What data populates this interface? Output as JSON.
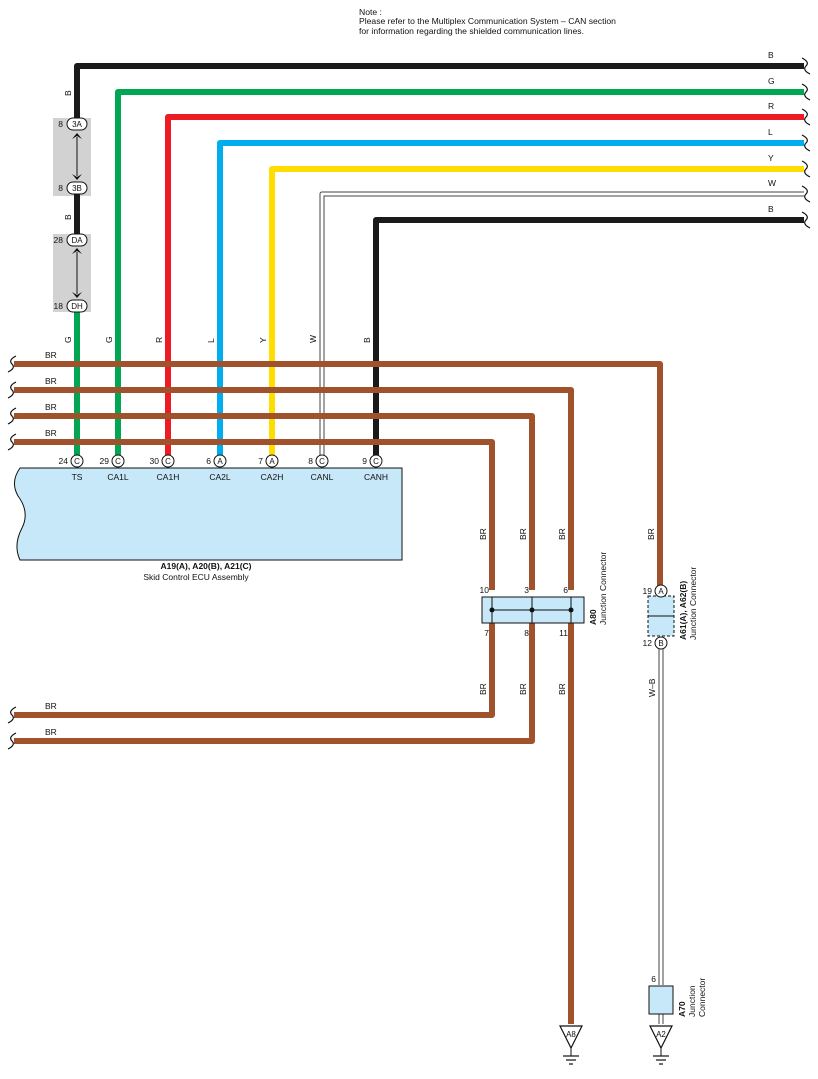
{
  "note": {
    "title": "Note :",
    "line1": "Please refer to the Multiplex Communication System – CAN section",
    "line2": "for information regarding the shielded communication lines."
  },
  "colors": {
    "B": "#1a1a1a",
    "G": "#00a651",
    "R": "#ed1c24",
    "L": "#00aeef",
    "Y": "#ffdd00",
    "W": "#ffffff",
    "BR": "#a0522d",
    "W-B": "#ffffff",
    "ecu_fill": "#c6e8f8",
    "connector_bg": "#d2d2d2"
  },
  "top_wires": [
    {
      "color": "B",
      "label": "B"
    },
    {
      "color": "G",
      "label": "G"
    },
    {
      "color": "R",
      "label": "R"
    },
    {
      "color": "L",
      "label": "L"
    },
    {
      "color": "Y",
      "label": "Y"
    },
    {
      "color": "W",
      "label": "W"
    },
    {
      "color": "B",
      "label": "B"
    }
  ],
  "inline_connectors": {
    "upper": {
      "pin": "8",
      "top": "3A",
      "bottom": "3B",
      "wire_label": "B"
    },
    "lower": {
      "pin_top": "28",
      "top": "DA",
      "pin_bottom": "18",
      "bottom": "DH"
    }
  },
  "ecu": {
    "part_codes": "A19(A), A20(B), A21(C)",
    "name": "Skid Control ECU Assembly",
    "pins": [
      {
        "num": "24",
        "conn": "C",
        "name": "TS",
        "wire": "G"
      },
      {
        "num": "29",
        "conn": "C",
        "name": "CA1L",
        "wire": "G"
      },
      {
        "num": "30",
        "conn": "C",
        "name": "CA1H",
        "wire": "R"
      },
      {
        "num": "6",
        "conn": "A",
        "name": "CA2L",
        "wire": "L"
      },
      {
        "num": "7",
        "conn": "A",
        "name": "CA2H",
        "wire": "Y"
      },
      {
        "num": "8",
        "conn": "C",
        "name": "CANL",
        "wire": "W"
      },
      {
        "num": "9",
        "conn": "C",
        "name": "CANH",
        "wire": "B"
      }
    ]
  },
  "br_wires": [
    "BR",
    "BR",
    "BR",
    "BR"
  ],
  "bottom_br_wires": [
    "BR",
    "BR"
  ],
  "a80": {
    "code": "A80",
    "name": "Junction Connector",
    "pins_top": [
      "10",
      "3",
      "6"
    ],
    "pins_bottom": [
      "7",
      "8",
      "11"
    ],
    "wire_labels": [
      "BR",
      "BR",
      "BR"
    ]
  },
  "a61": {
    "code": "A61(A), A62(B)",
    "name": "Junction Connector",
    "pin_top": "19",
    "conn_top": "A",
    "pin_bottom": "12",
    "conn_bottom": "B",
    "wire_top": "BR",
    "wire_bottom": "W–B"
  },
  "a70": {
    "code": "A70",
    "name_line1": "Junction",
    "name_line2": "Connector",
    "pin": "6"
  },
  "grounds": [
    {
      "label": "A8"
    },
    {
      "label": "A2"
    }
  ]
}
